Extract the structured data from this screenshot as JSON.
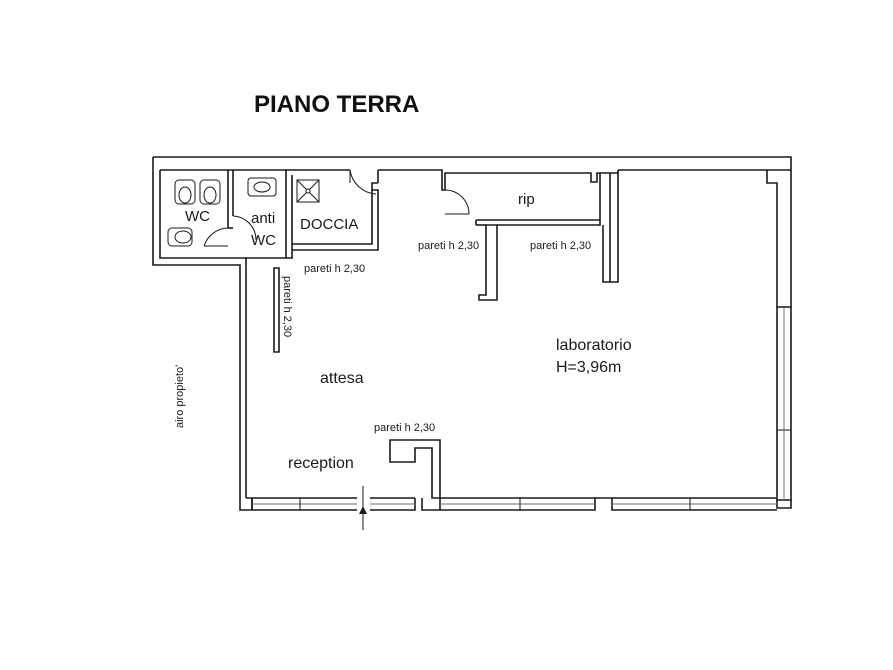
{
  "title": "PIANO TERRA",
  "rooms": {
    "wc": "WC",
    "anti_wc_line1": "anti",
    "anti_wc_line2": "WC",
    "doccia": "DOCCIA",
    "rip": "rip",
    "laboratorio": "laboratorio",
    "laboratorio_height": "H=3,96m",
    "attesa": "attesa",
    "reception": "reception"
  },
  "annotations": {
    "pareti_1": "pareti h 2,30",
    "pareti_2": "pareti h 2,30",
    "pareti_3": "pareti h 2,30",
    "pareti_4": "pareti h 2,30",
    "pareti_5": "pareti h 2,30",
    "side": "airo propieto'"
  }
}
